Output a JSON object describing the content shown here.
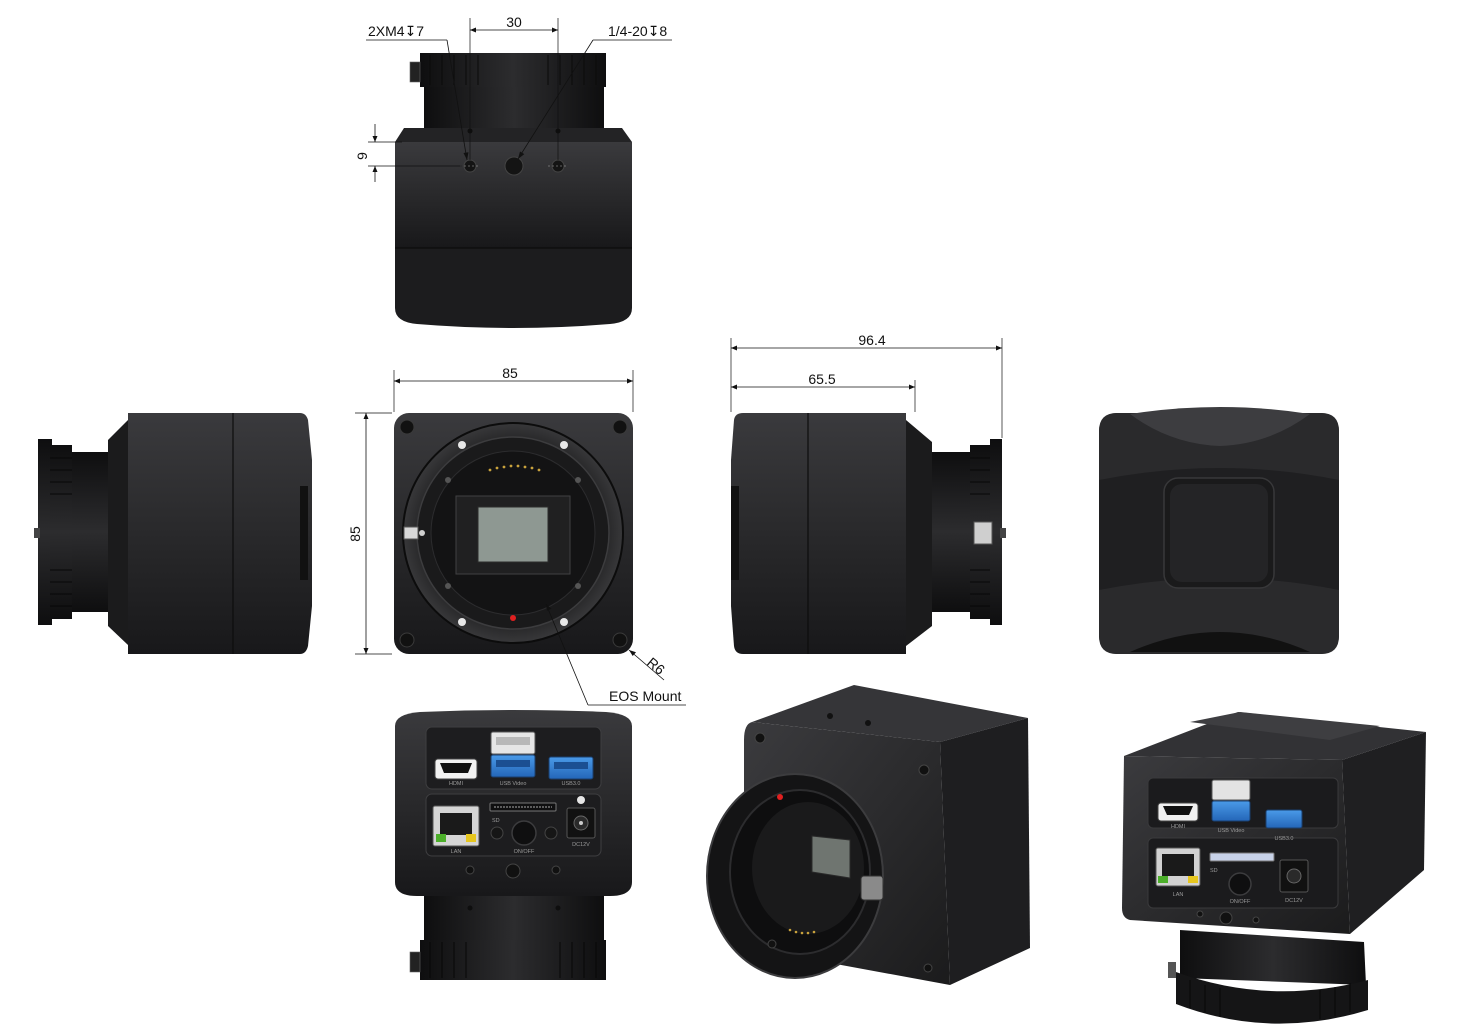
{
  "annotations": {
    "screw_top": "2XM4↧7",
    "dim_top_spacing": "30",
    "tripod_thread": "1/4-20↧8",
    "dim_top_height": "9",
    "dim_front_width": "85",
    "dim_front_height": "85",
    "corner_radius": "R6",
    "mount_label": "EOS Mount",
    "dim_depth_total": "96.4",
    "dim_depth_body": "65.5"
  },
  "back_panel_labels": {
    "hdmi": "HDMI",
    "usb_video": "USB Video",
    "usb3": "USB3.0",
    "lan": "LAN",
    "sd": "SD",
    "power_button": "ON/OFF",
    "dc_in": "DC12V"
  },
  "colors": {
    "body": "#2a2a2c",
    "body_dark": "#151516",
    "sensor": "#8e9892",
    "usb_blue": "#2f7fd6",
    "accent_red": "#e02020",
    "lan_green": "#4caf2a",
    "lan_yellow": "#e6c61e"
  }
}
